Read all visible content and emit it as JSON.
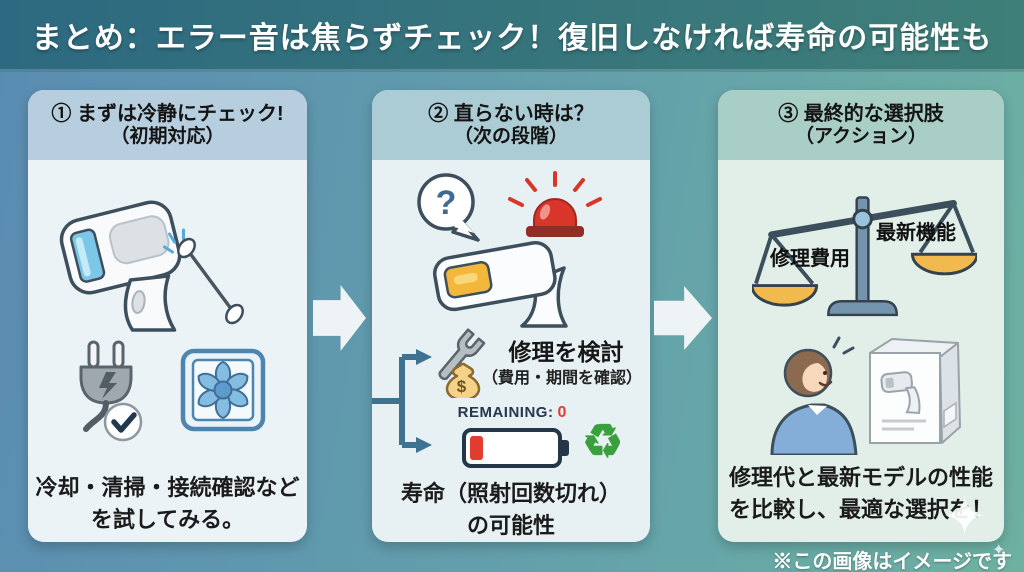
{
  "header": {
    "title": "まとめ：エラー音は焦らずチェック！復旧しなければ寿命の可能性も"
  },
  "panels": [
    {
      "title_line1": "① まずは冷静にチェック!",
      "title_line2": "（初期対応）",
      "caption_line1": "冷却・清掃・接続確認など",
      "caption_line2": "を試してみる。"
    },
    {
      "title_line1": "② 直らない時は？",
      "title_line2": "（次の段階）",
      "repair": {
        "title": "修理を検討",
        "sub": "（費用・期間を確認）"
      },
      "lifespan": {
        "battery_label": "REMAINING:",
        "battery_value": "0",
        "caption_line1": "寿命（照射回数切れ）",
        "caption_line2": "の可能性"
      }
    },
    {
      "title_line1": "③ 最終的な選択肢",
      "title_line2": "（アクション）",
      "scale": {
        "left_label": "修理費用",
        "right_label": "最新機能"
      },
      "caption_line1": "修理代と最新モデルの性能",
      "caption_line2": "を比較し、最適な選択を！"
    }
  ],
  "footer": {
    "note": "※この画像はイメージです"
  },
  "glyphs": {
    "question_mark": "?",
    "dollar": "$",
    "recycle": "♻",
    "sparkle": "✦"
  },
  "colors": {
    "header_band_left": "#2d6980",
    "header_band_right": "#3f7f79",
    "background_left": "#5a8cb2",
    "background_right": "#6db1a2",
    "panel1_header": "#b6cede",
    "panel2_header": "#abccd4",
    "panel3_header": "#a8cec5",
    "flow_arrow": "#eef4f6",
    "bracket_blue": "#3e7291",
    "battery_red": "#e23b30",
    "remaining_navy": "#27364d",
    "recycle_green": "#3aa03c",
    "siren_red": "#d8352b",
    "scale_pan_amber": "#f1b94e"
  }
}
